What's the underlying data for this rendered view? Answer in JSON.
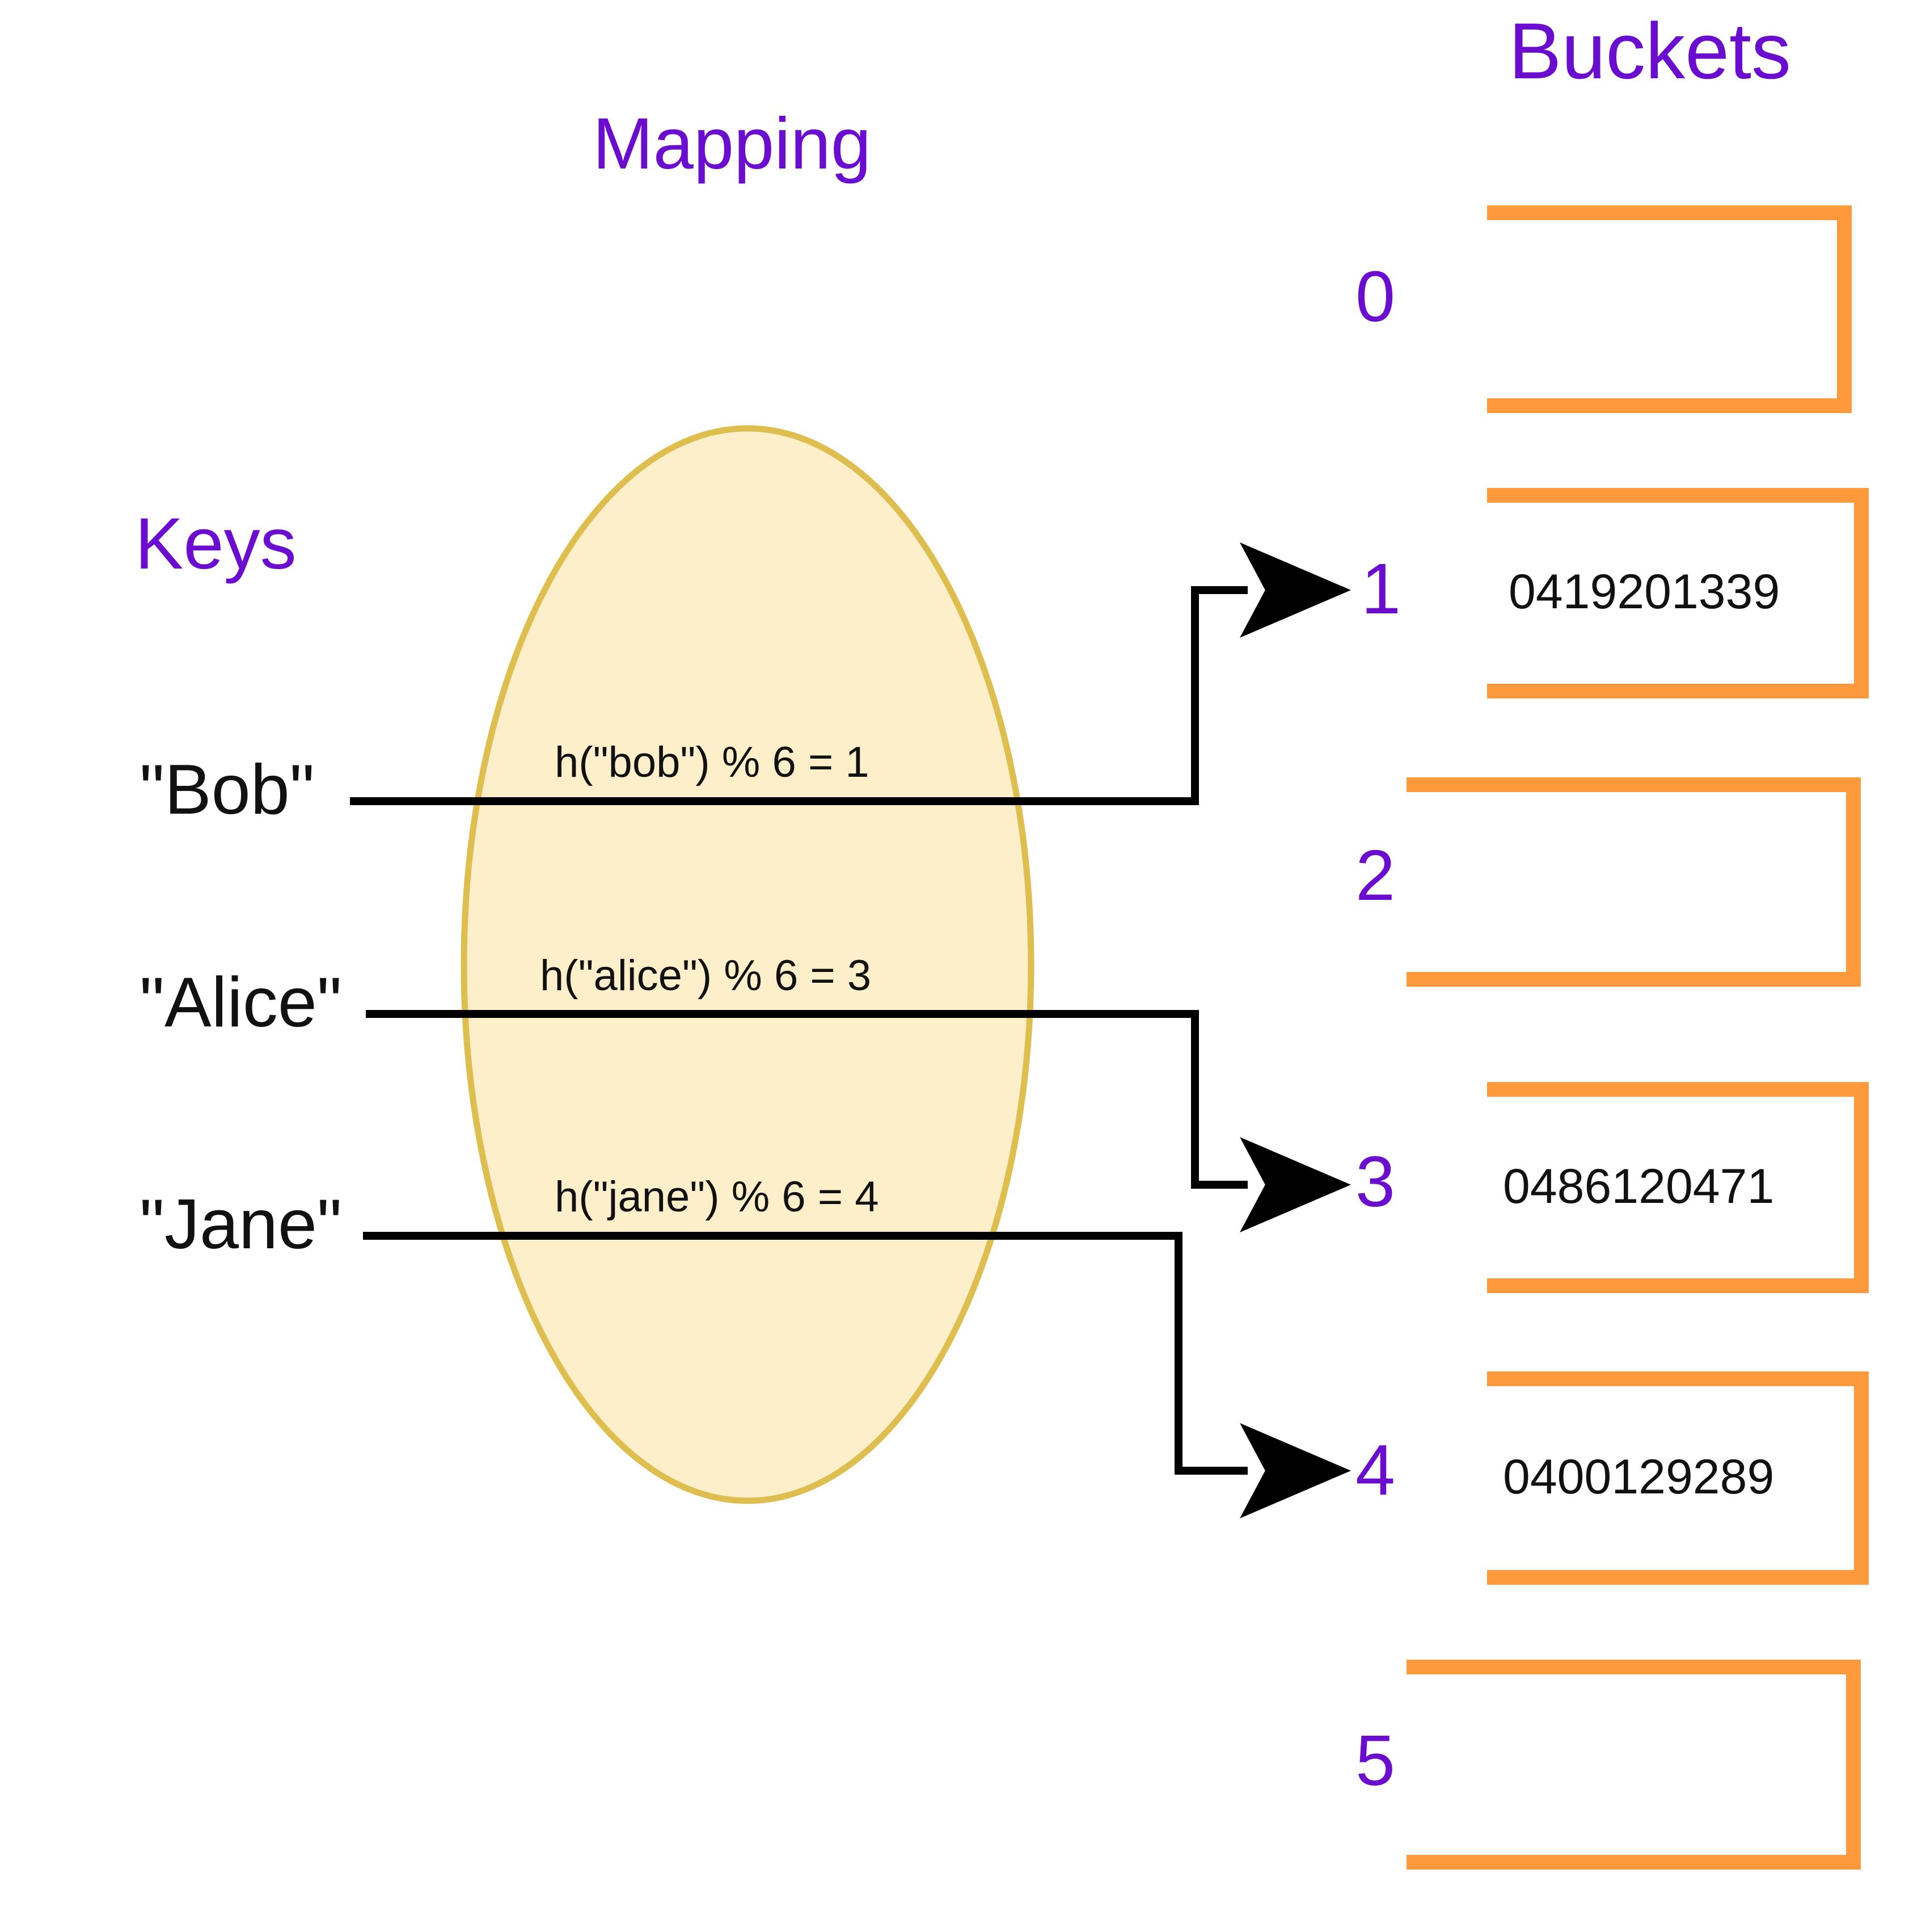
{
  "titles": {
    "buckets": "Buckets",
    "mapping": "Mapping",
    "keys": "Keys"
  },
  "colors": {
    "label_purple": "#6A0DCE",
    "bucket_orange": "#FF9A3C",
    "ellipse_fill": "#FCEFCA",
    "ellipse_stroke": "#DEBE4E",
    "text_black": "#111111",
    "background": "#FFFFFF"
  },
  "keys": [
    {
      "label": "\"Bob\""
    },
    {
      "label": "\"Alice\""
    },
    {
      "label": "\"Jane\""
    }
  ],
  "mappings": [
    {
      "key": "\"Bob\"",
      "expression": "h(\"bob\") % 6 = 1",
      "bucket": 1
    },
    {
      "key": "\"Alice\"",
      "expression": "h(\"alice\") % 6 = 3",
      "bucket": 3
    },
    {
      "key": "\"Jane\"",
      "expression": "h(\"jane\") % 6 = 4",
      "bucket": 4
    }
  ],
  "buckets": [
    {
      "index": "0",
      "value": ""
    },
    {
      "index": "1",
      "value": "0419201339"
    },
    {
      "index": "2",
      "value": ""
    },
    {
      "index": "3",
      "value": "0486120471"
    },
    {
      "index": "4",
      "value": "0400129289"
    },
    {
      "index": "5",
      "value": ""
    }
  ]
}
